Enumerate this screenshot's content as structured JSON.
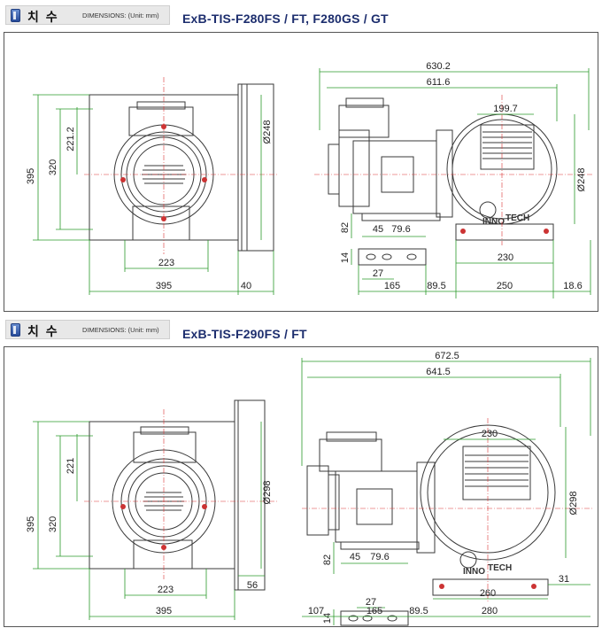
{
  "sections": [
    {
      "label": "치 수",
      "dim_note": "DIMENSIONS: (Unit: mm)",
      "model": "ExB-TIS-F280FS / FT, F280GS / GT",
      "dims": {
        "h395": "395",
        "h320": "320",
        "h221": "221.2",
        "d248a": "Ø248",
        "w223": "223",
        "w395": "395",
        "w40": "40",
        "w630": "630.2",
        "w611": "611.6",
        "w199": "199.7",
        "d248b": "Ø248",
        "h82": "82",
        "w45": "45",
        "w79": "79.6",
        "h14": "14",
        "w27": "27",
        "w230": "230",
        "w165": "165",
        "w89": "89.5",
        "w250": "250",
        "w18": "18.6"
      }
    },
    {
      "label": "치 수",
      "dim_note": "DIMENSIONS: (Unit: mm)",
      "model": "ExB-TIS-F290FS / FT",
      "dims": {
        "h395": "395",
        "h320": "320",
        "h221": "221",
        "d298a": "Ø298",
        "w223": "223",
        "w395": "395",
        "w56": "56",
        "w672": "672.5",
        "w641": "641.5",
        "w230top": "230",
        "d298b": "Ø298",
        "h82": "82",
        "w45": "45",
        "w79": "79.6",
        "h14": "14",
        "w27": "27",
        "w260": "260",
        "w31": "31",
        "w107": "107",
        "w165": "165",
        "w89": "89.5",
        "w280": "280"
      }
    }
  ],
  "logo": {
    "brand_left": "INNO",
    "brand_right": "TECH"
  },
  "colors": {
    "title": "#1d2e6e",
    "dimension_line": "#2a9a2a",
    "center_line": "#d33333",
    "drawing_line": "#3a3a3a"
  }
}
